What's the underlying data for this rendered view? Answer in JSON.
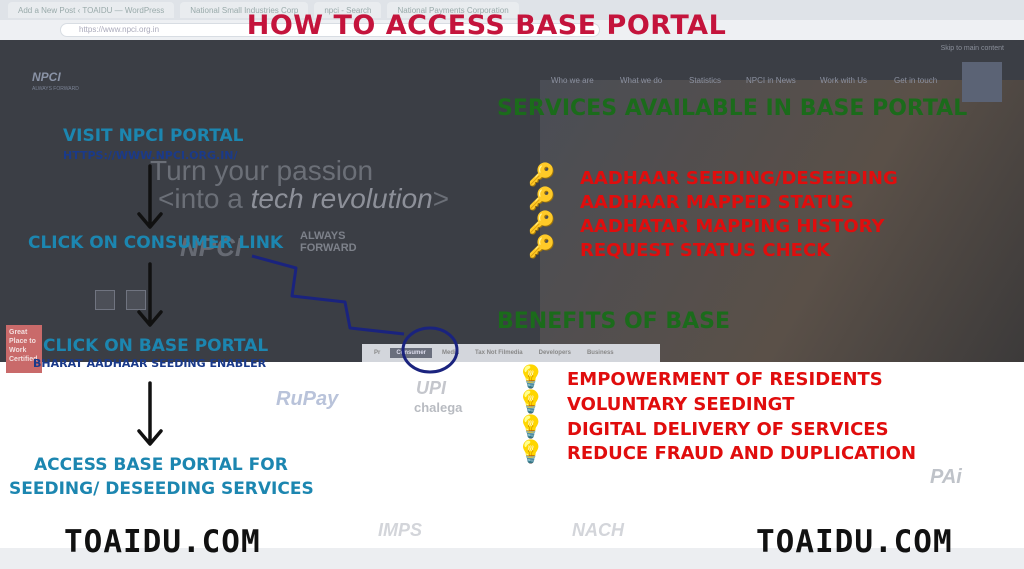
{
  "browser": {
    "tabs": [
      "Add a New Post ‹ TOAIDU — WordPress",
      "National Small Industries Corp",
      "npci - Search",
      "National Payments Corporation"
    ],
    "url": "https://www.npci.org.in"
  },
  "background_site": {
    "skip_link": "Skip to main content",
    "logo": "NPCI",
    "logo_tagline": "ALWAYS FORWARD",
    "nav": [
      "Who we are",
      "What we do",
      "Statistics",
      "NPCI in News",
      "Work with Us",
      "Get in touch"
    ],
    "hero_line1": "Turn your passion",
    "hero_line2_a": "<into a ",
    "hero_line2_b": "tech revolution",
    "hero_line2_c": ">",
    "hero_logo": "NPCI",
    "hero_always": "ALWAYS",
    "hero_forward": "FORWARD",
    "tabs": [
      "Pr",
      "Consumer",
      "Media",
      "Tax Not Filmedia",
      "Developers",
      "Business"
    ],
    "badge": "Great Place to Work Certified",
    "products": [
      "RuPay",
      "UPI",
      "chalega",
      "IMPS",
      "NACH",
      "PAi"
    ]
  },
  "headline": "HOW TO ACCESS BASE PORTAL",
  "steps": {
    "visit": "VISIT NPCI PORTAL",
    "visit_url": "HTTPS://WWW.NPCI.ORG.IN/",
    "consumer": "CLICK ON CONSUMER LINK",
    "base": "CLICK ON BASE PORTAL",
    "base_sub": "BHARAT AADHAAR SEEDING ENABLER",
    "access1": "ACCESS BASE PORTAL FOR",
    "access2": "SEEDING/ DESEEDING SERVICES"
  },
  "services": {
    "title": "SERVICES AVAILABLE IN BASE PORTAL",
    "icon": "key-icon",
    "items": [
      "AADHAAR SEEDING/DESEEDING",
      "AADHAAR MAPPED STATUS",
      "AADHATAR MAPPING HISTORY",
      "REQUEST STATUS CHECK"
    ]
  },
  "benefits": {
    "title": "BENEFITS OF BASE",
    "icon": "lightbulb-icon",
    "items": [
      "EMPOWERMENT OF RESIDENTS",
      "VOLUNTARY SEEDINGT",
      "DIGITAL DELIVERY OF SERVICES",
      "REDUCE FRAUD AND DUPLICATION"
    ]
  },
  "brand_left": "TOAIDU.COM",
  "brand_right": "TOAIDU.COM",
  "colors": {
    "headline": "#c4143c",
    "steps": "#1c86b0",
    "section_titles": "#1b6b1b",
    "items": "#e00d0d",
    "annotation": "#1a237e"
  }
}
